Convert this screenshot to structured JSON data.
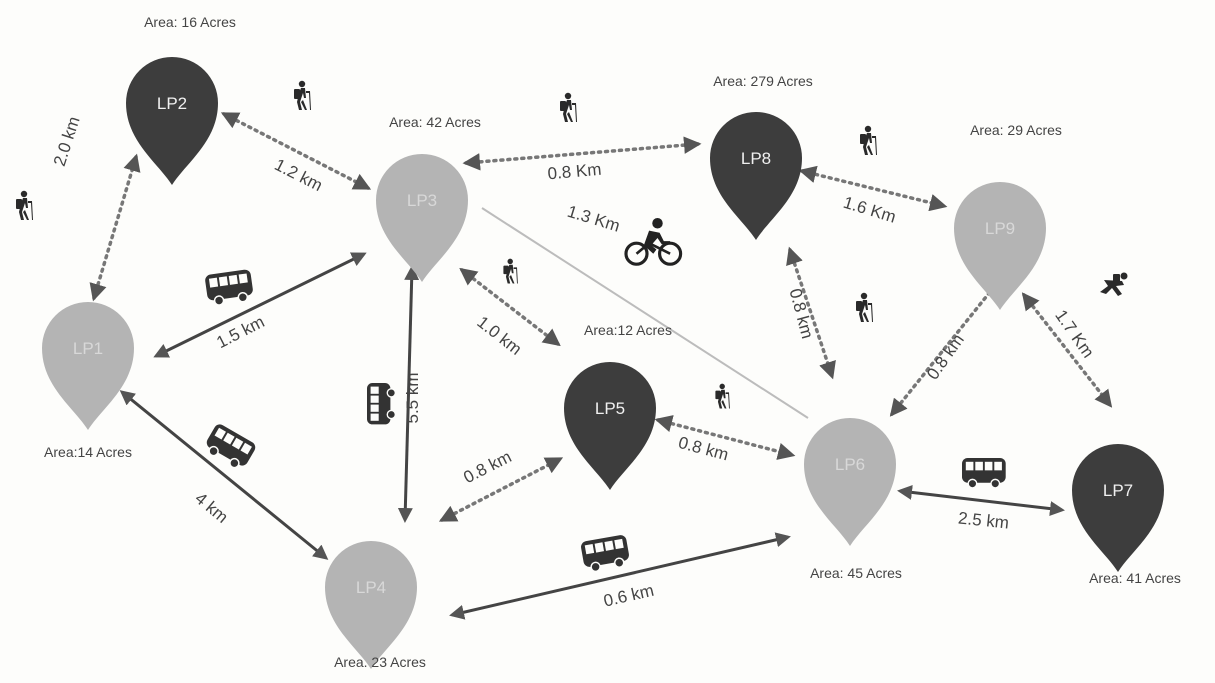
{
  "colors": {
    "dark": "#3d3d3d",
    "light": "#b4b4b4",
    "bike_route": "#bcbcbc",
    "text": "#444444"
  },
  "pins": [
    {
      "id": "LP1",
      "label": "LP1",
      "area": "Area:14 Acres",
      "shade": "light"
    },
    {
      "id": "LP2",
      "label": "LP2",
      "area": "Area: 16 Acres",
      "shade": "dark"
    },
    {
      "id": "LP3",
      "label": "LP3",
      "area": "Area: 42 Acres",
      "shade": "light"
    },
    {
      "id": "LP4",
      "label": "LP4",
      "area": "Area. 23 Acres",
      "shade": "light"
    },
    {
      "id": "LP5",
      "label": "LP5",
      "area": "Area:12 Acres",
      "shade": "dark"
    },
    {
      "id": "LP6",
      "label": "LP6",
      "area": "Area: 45 Acres",
      "shade": "light"
    },
    {
      "id": "LP7",
      "label": "LP7",
      "area": "Area: 41 Acres",
      "shade": "dark"
    },
    {
      "id": "LP8",
      "label": "LP8",
      "area": "Area: 279 Acres",
      "shade": "dark"
    },
    {
      "id": "LP9",
      "label": "LP9",
      "area": "Area: 29 Acres",
      "shade": "light"
    }
  ],
  "connections": [
    {
      "from": "LP1",
      "to": "LP2",
      "mode": "walk",
      "distance": "2.0 km"
    },
    {
      "from": "LP2",
      "to": "LP3",
      "mode": "walk",
      "distance": "1.2 km"
    },
    {
      "from": "LP1",
      "to": "LP3",
      "mode": "bus",
      "distance": "1.5 km"
    },
    {
      "from": "LP1",
      "to": "LP4",
      "mode": "bus",
      "distance": "4 km"
    },
    {
      "from": "LP3",
      "to": "LP4",
      "mode": "bus",
      "distance": "5.5 km"
    },
    {
      "from": "LP3",
      "to": "LP8",
      "mode": "walk",
      "distance": "0.8 Km"
    },
    {
      "from": "LP3",
      "to": "LP6",
      "mode": "bike",
      "distance": "1.3 Km"
    },
    {
      "from": "LP3",
      "to": "LP5",
      "mode": "walk",
      "distance": "1.0 km"
    },
    {
      "from": "LP4",
      "to": "LP5",
      "mode": "walk",
      "distance": "0.8 km"
    },
    {
      "from": "LP5",
      "to": "LP6",
      "mode": "walk",
      "distance": "0.8 km"
    },
    {
      "from": "LP4",
      "to": "LP6",
      "mode": "bus",
      "distance": "0.6 km"
    },
    {
      "from": "LP8",
      "to": "LP9",
      "mode": "walk",
      "distance": "1.6 Km"
    },
    {
      "from": "LP8",
      "to": "LP6",
      "mode": "walk",
      "distance": "0.8 km"
    },
    {
      "from": "LP6",
      "to": "LP9",
      "mode": "walk",
      "distance": "0.8 km"
    },
    {
      "from": "LP9",
      "to": "LP7",
      "mode": "walk",
      "distance": "1.7 Km"
    },
    {
      "from": "LP6",
      "to": "LP7",
      "mode": "bus",
      "distance": "2.5 km"
    }
  ],
  "icons": [
    "hiker-icon",
    "bus-icon",
    "cyclist-icon",
    "runner-icon"
  ]
}
